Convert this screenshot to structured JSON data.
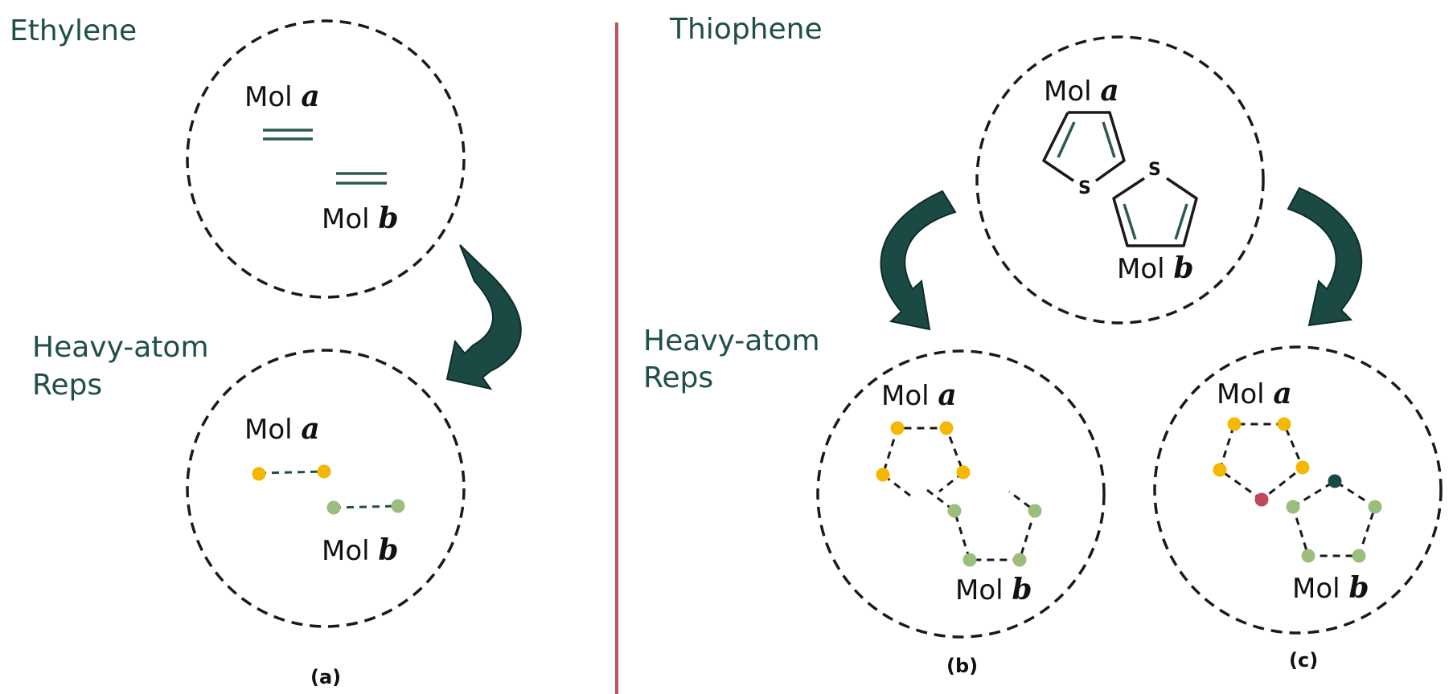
{
  "left_panel": {
    "title": "Ethylene",
    "reps_title_line1": "Heavy-atom",
    "reps_title_line2": "Reps",
    "mol_label": "Mol",
    "mol_a": "a",
    "mol_b": "b",
    "caption": "(a)"
  },
  "right_panel": {
    "title": "Thiophene",
    "reps_title_line1": "Heavy-atom",
    "reps_title_line2": "Reps",
    "mol_label": "Mol",
    "mol_a": "a",
    "mol_b": "b",
    "sulfur_symbol": "S",
    "caption_b": "(b)",
    "caption_c": "(c)"
  },
  "colors": {
    "mol_a_atom": "#f5b800",
    "mol_b_atom": "#9bbd7e",
    "sulfur_a_atom": "#c0485a",
    "sulfur_b_atom": "#1b4a44",
    "divider": "#c0525f",
    "arrow": "#1b4a44"
  }
}
